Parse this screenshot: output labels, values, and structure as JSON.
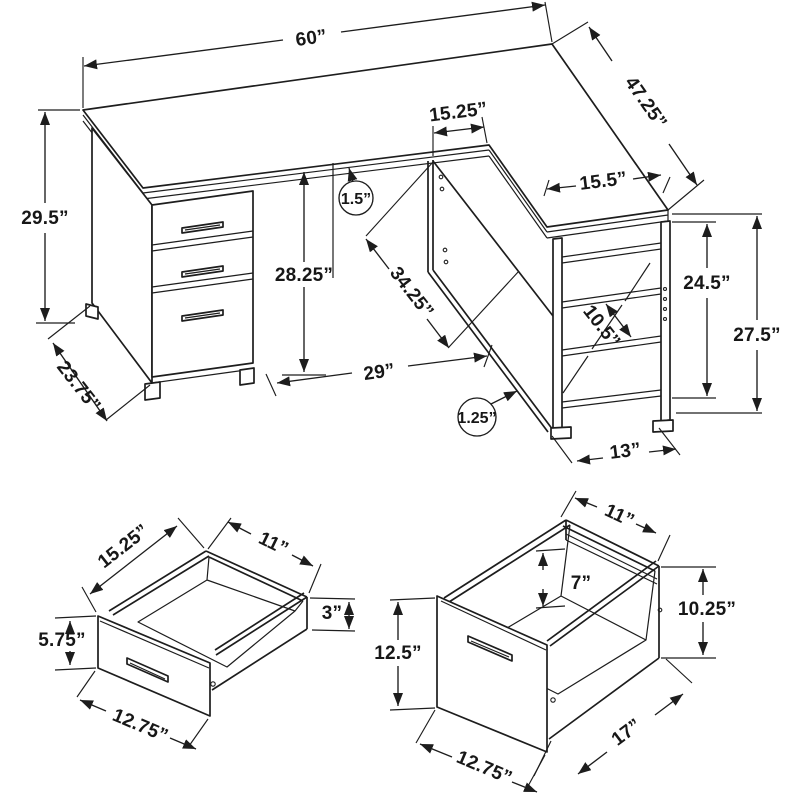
{
  "diagram": {
    "title": "l-shaped-desk-dimension-drawing",
    "desk": {
      "width": "60”",
      "return_depth": "47.25”",
      "panel_offset": "15.25”",
      "top_thickness": "1.5”",
      "height": "29.5”",
      "cabinet_depth": "23.75”",
      "knee_height": "28.25”",
      "knee_width": "29”",
      "panel_length": "34.25”",
      "shelf_top_width": "15.5”",
      "shelf_inner_height": "24.5”",
      "shelf_height": "27.5”",
      "shelf_opening_depth": "10.5”",
      "shelf_width": "13”",
      "panel_thickness": "1.25”"
    },
    "small_drawer": {
      "depth": "15.25”",
      "width": "11”",
      "side_height": "3”",
      "front_height": "5.75”",
      "front_width": "12.75”"
    },
    "large_drawer": {
      "width": "11”",
      "rail_height": "7”",
      "front_height": "12.5”",
      "side_height": "10.25”",
      "front_width": "12.75”",
      "side_depth": "17”"
    }
  }
}
